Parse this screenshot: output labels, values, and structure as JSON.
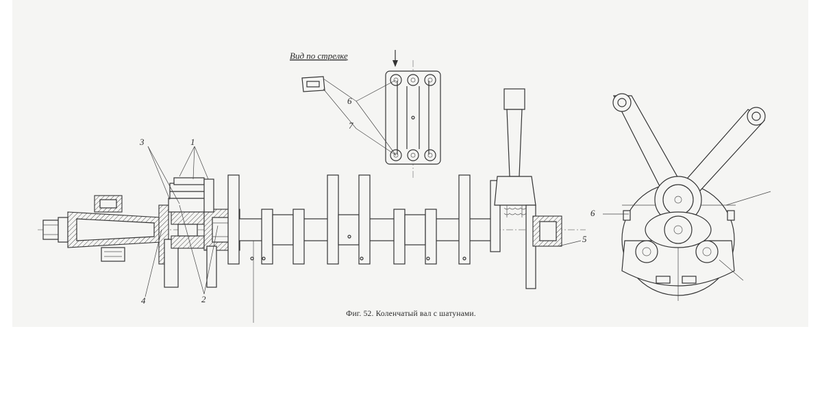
{
  "figure": {
    "caption": "Фиг. 52. Коленчатый вал с шатунами.",
    "view_label": "Вид по стрелке"
  },
  "callouts": {
    "c1": "1",
    "c2": "2",
    "c3": "3",
    "c4": "4",
    "c5": "5",
    "c6_right": "6",
    "c6_top": "6",
    "c7": "7"
  }
}
